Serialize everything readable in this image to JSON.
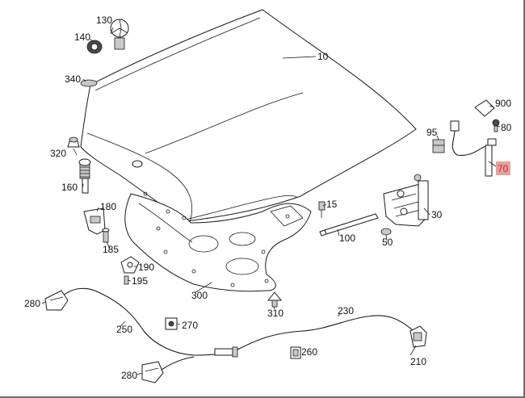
{
  "diagram": {
    "callouts": [
      {
        "id": "c10",
        "label": "10"
      },
      {
        "id": "c15",
        "label": "15"
      },
      {
        "id": "c30",
        "label": "30"
      },
      {
        "id": "c50",
        "label": "50"
      },
      {
        "id": "c70",
        "label": "70",
        "highlighted": true
      },
      {
        "id": "c80",
        "label": "80"
      },
      {
        "id": "c95",
        "label": "95"
      },
      {
        "id": "c100",
        "label": "100"
      },
      {
        "id": "c130",
        "label": "130"
      },
      {
        "id": "c140",
        "label": "140"
      },
      {
        "id": "c160",
        "label": "160"
      },
      {
        "id": "c180",
        "label": "180"
      },
      {
        "id": "c185",
        "label": "185"
      },
      {
        "id": "c190",
        "label": "190"
      },
      {
        "id": "c195",
        "label": "195"
      },
      {
        "id": "c210",
        "label": "210"
      },
      {
        "id": "c230",
        "label": "230"
      },
      {
        "id": "c250",
        "label": "250"
      },
      {
        "id": "c260",
        "label": "260"
      },
      {
        "id": "c270",
        "label": "270"
      },
      {
        "id": "c280a",
        "label": "280"
      },
      {
        "id": "c280b",
        "label": "280"
      },
      {
        "id": "c300",
        "label": "300"
      },
      {
        "id": "c310",
        "label": "310"
      },
      {
        "id": "c320",
        "label": "320"
      },
      {
        "id": "c340",
        "label": "340"
      },
      {
        "id": "c900",
        "label": "900"
      }
    ],
    "colors": {
      "line": "#1a1a1a",
      "highlight_fill": "#e8a09a",
      "highlight_text": "#c0302a",
      "frame": "#6e6e6e"
    }
  }
}
